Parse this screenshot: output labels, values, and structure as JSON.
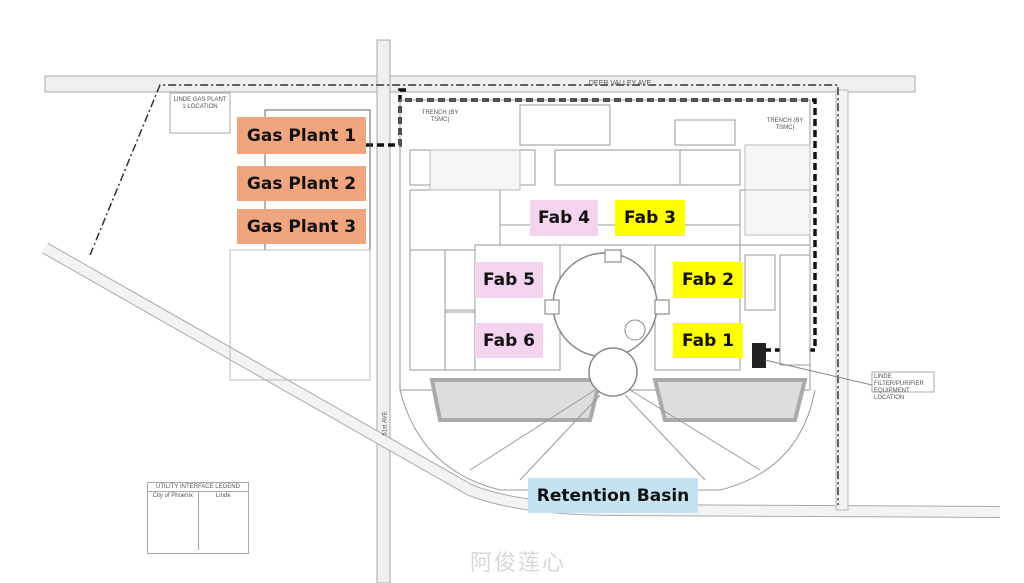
{
  "labels": {
    "gas_plant_1": "Gas Plant 1",
    "gas_plant_2": "Gas Plant 2",
    "gas_plant_3": "Gas Plant 3",
    "fab_1": "Fab 1",
    "fab_2": "Fab 2",
    "fab_3": "Fab 3",
    "fab_4": "Fab 4",
    "fab_5": "Fab 5",
    "fab_6": "Fab 6",
    "retention_basin": "Retention Basin"
  },
  "plan_text": {
    "top_road": "DEER VALLEY AVE",
    "linde_gas_plant": "LINDE GAS PLANT 1 LOCATION",
    "avenue_51": "51st AVE",
    "linde_filter": "LINDE FILTER/PURIFIER EQUIPMENT LOCATION",
    "trench_left": "TRENCH (BY TSMC)",
    "trench_right": "TRENCH (BY TSMC)",
    "legend_title": "UTILITY INTERFACE LEGEND",
    "legend_col1": "City of Phoenix",
    "legend_col2": "Linde"
  },
  "watermark": "阿俊莲心",
  "colors": {
    "gas_plant": "#F1A57E",
    "fab_pink": "#F3D3EE",
    "fab_yellow": "#FFFF00",
    "basin": "#C3E2F2"
  }
}
